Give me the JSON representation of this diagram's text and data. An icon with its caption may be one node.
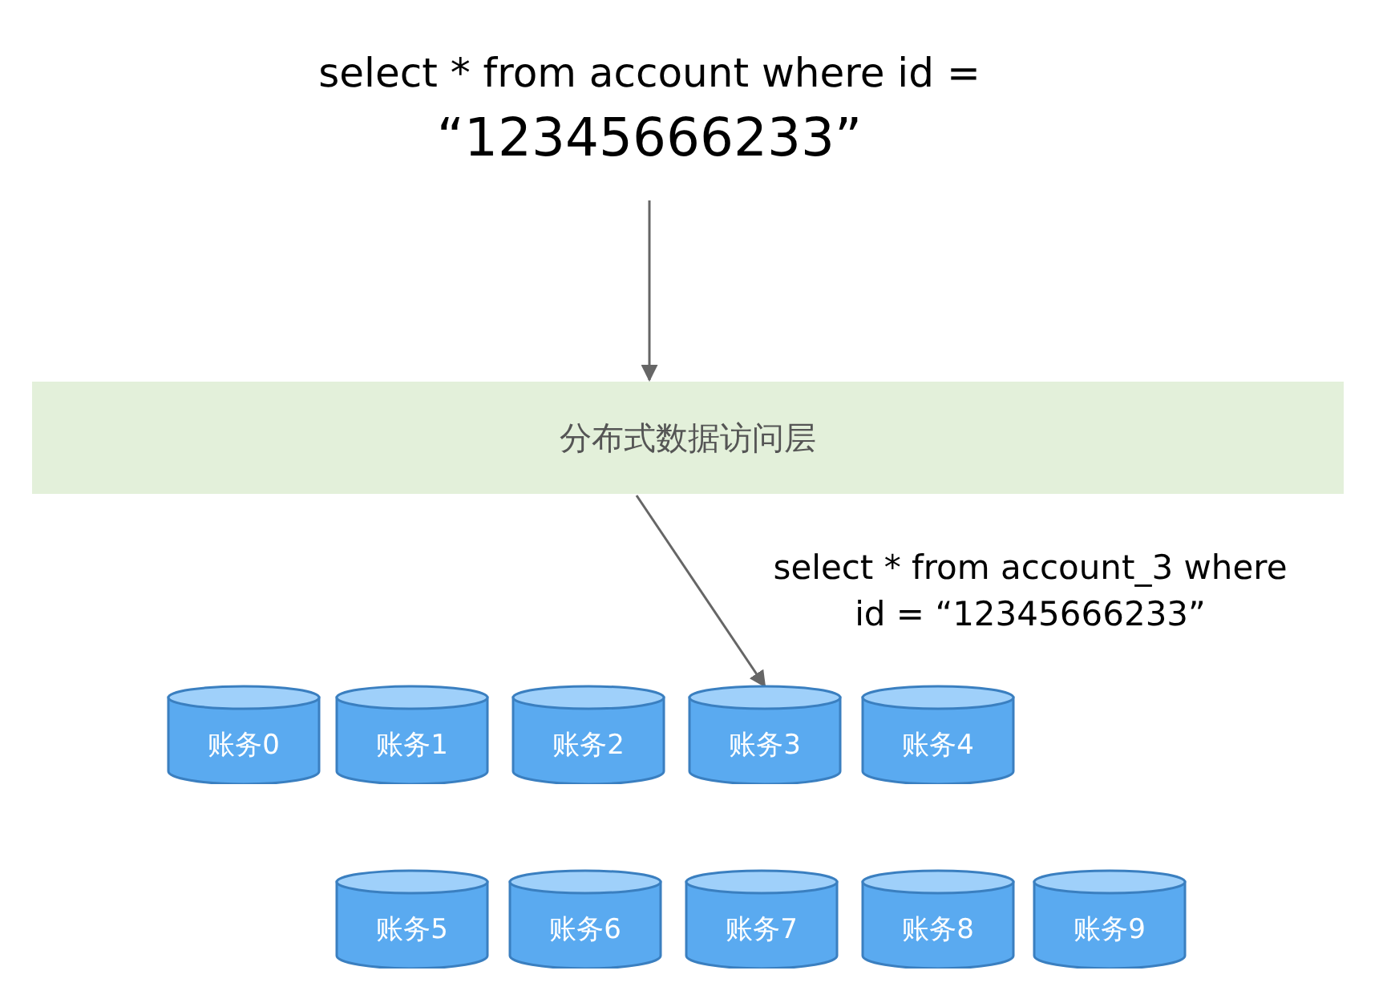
{
  "diagram": {
    "nodes": [
      {
        "text": [
          "select * from account where id =",
          "“12345666233”"
        ]
      },
      {
        "text": [
          "分布式数据访问层"
        ]
      },
      {
        "text": [
          "账务0"
        ]
      },
      {
        "text": [
          "账务1"
        ]
      },
      {
        "text": [
          "账务2"
        ]
      },
      {
        "text": [
          "账务3"
        ]
      },
      {
        "text": [
          "账务4"
        ]
      },
      {
        "text": [
          "账务5"
        ]
      },
      {
        "text": [
          "账务6"
        ]
      },
      {
        "text": [
          "账务7"
        ]
      },
      {
        "text": [
          "账务8"
        ]
      },
      {
        "text": [
          "账务9"
        ]
      }
    ],
    "edges": [
      {
        "from": 0,
        "to": 1,
        "arrow": "to"
      },
      {
        "from": 1,
        "to": 5,
        "arrow": "to",
        "label": "select * from account_3 where id =  “12345666233”"
      }
    ]
  }
}
